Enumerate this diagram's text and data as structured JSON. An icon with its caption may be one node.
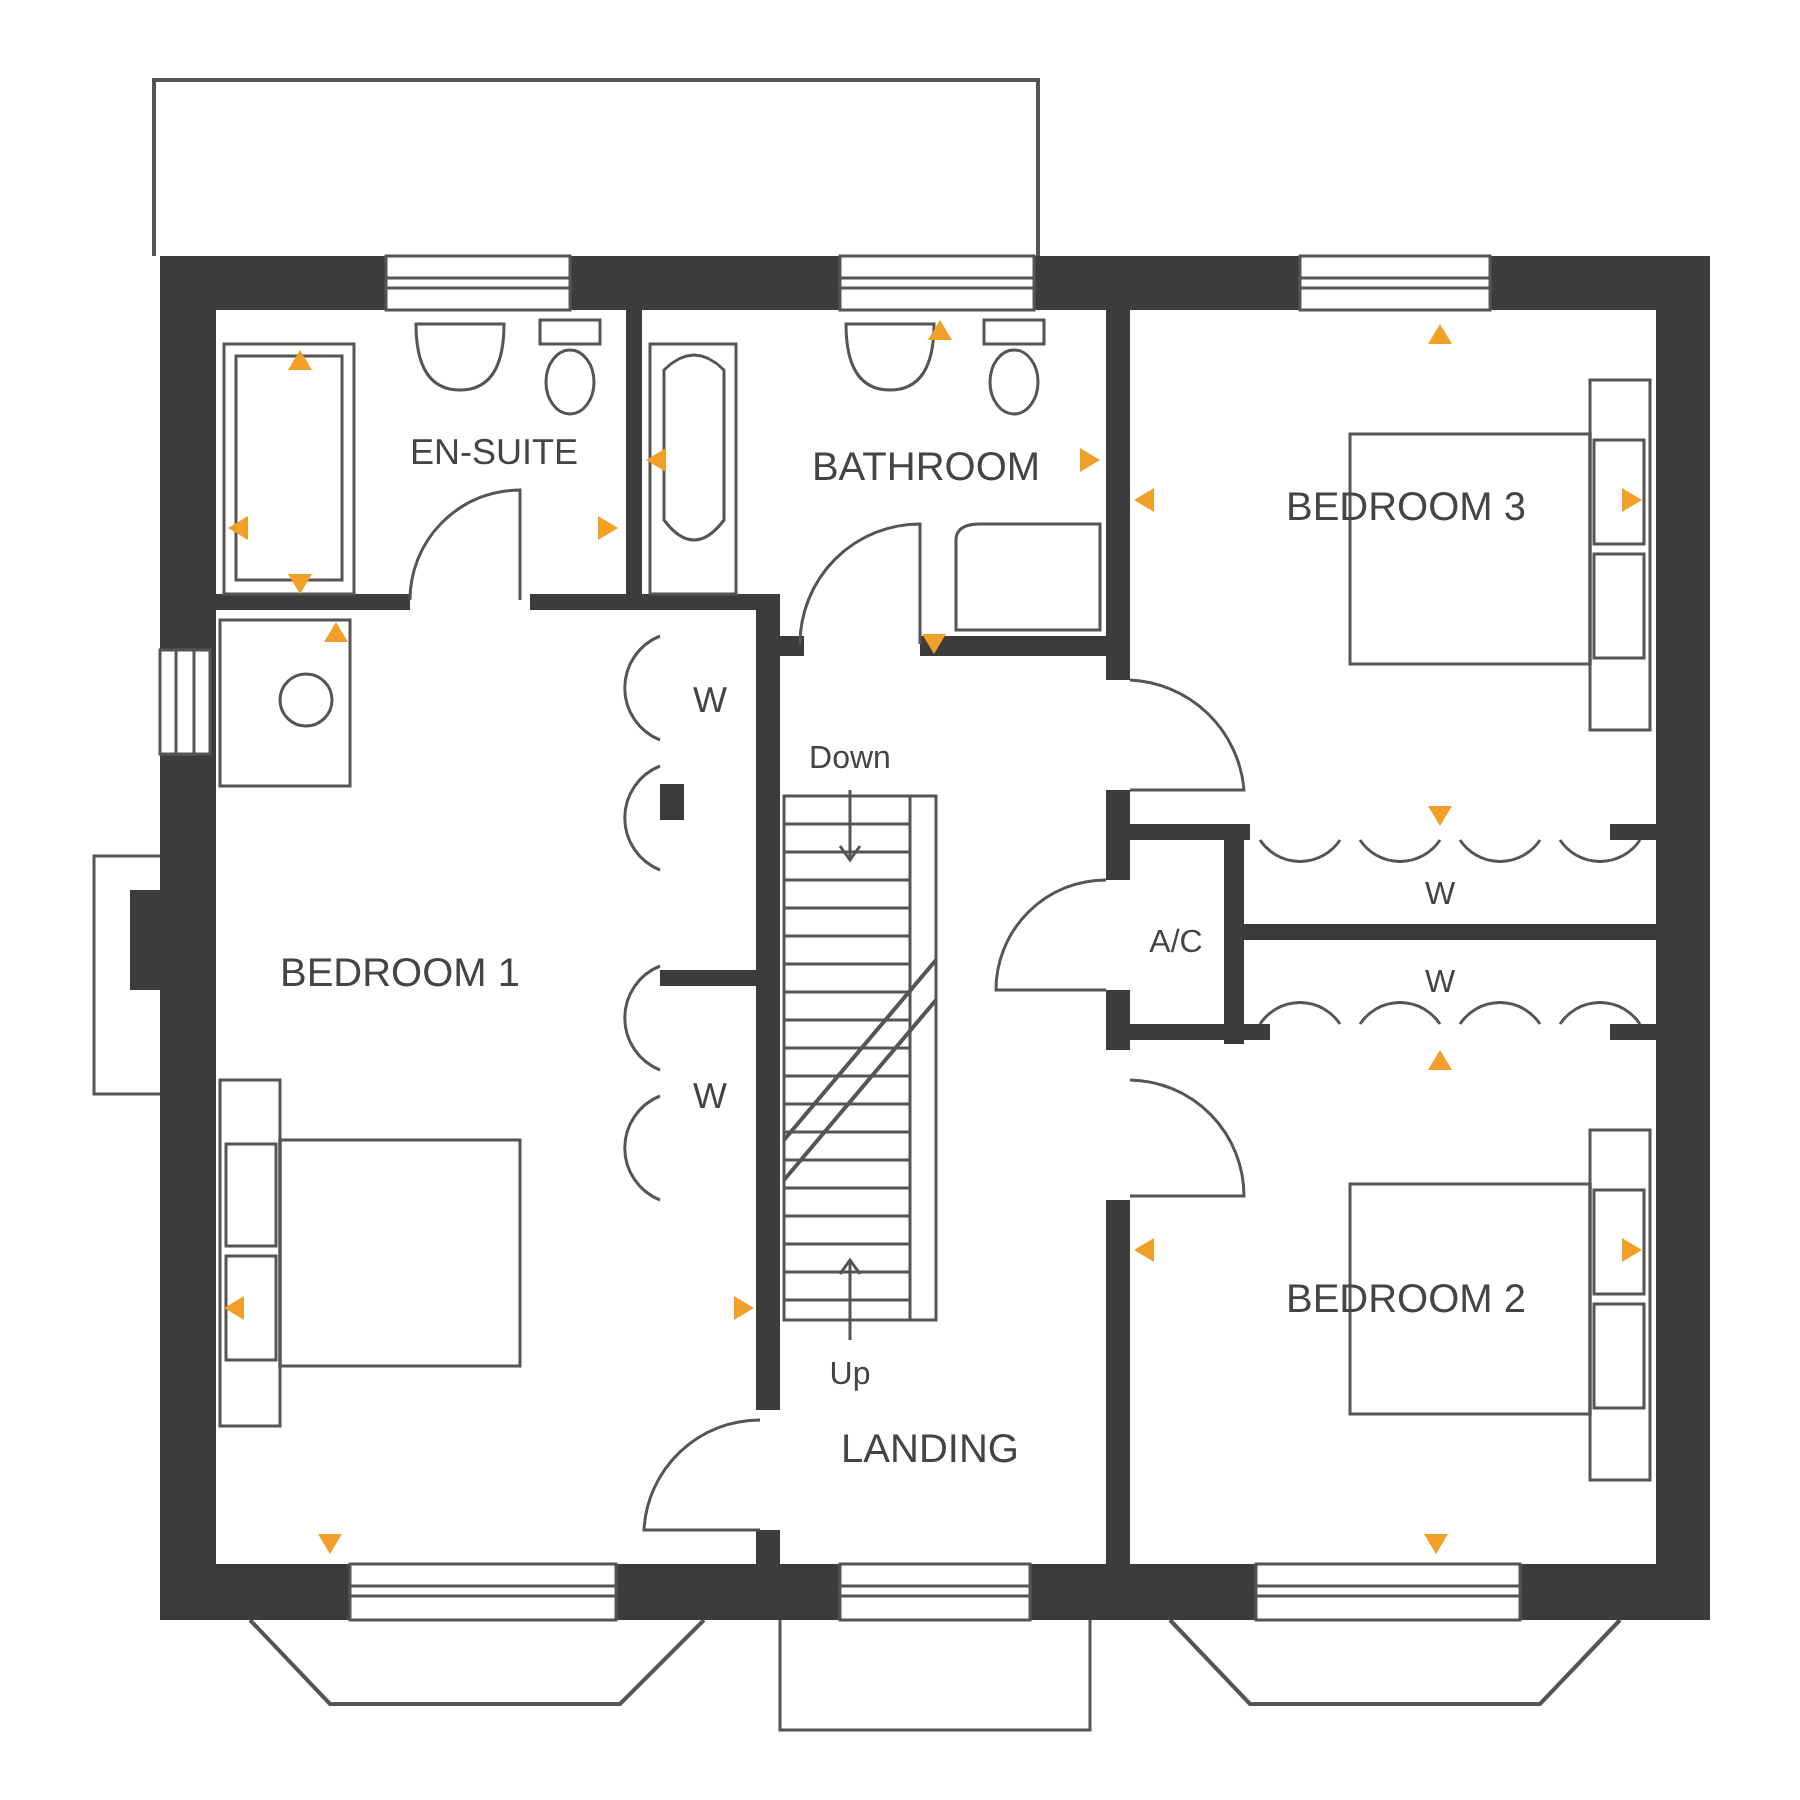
{
  "diagram": {
    "labels": [
      "EN-SUITE",
      "BATHROOM",
      "BEDROOM 3",
      "W",
      "Down",
      "W",
      "A/C",
      "BEDROOM 1",
      "W",
      "W",
      "BEDROOM 2",
      "Up",
      "LANDING"
    ]
  }
}
